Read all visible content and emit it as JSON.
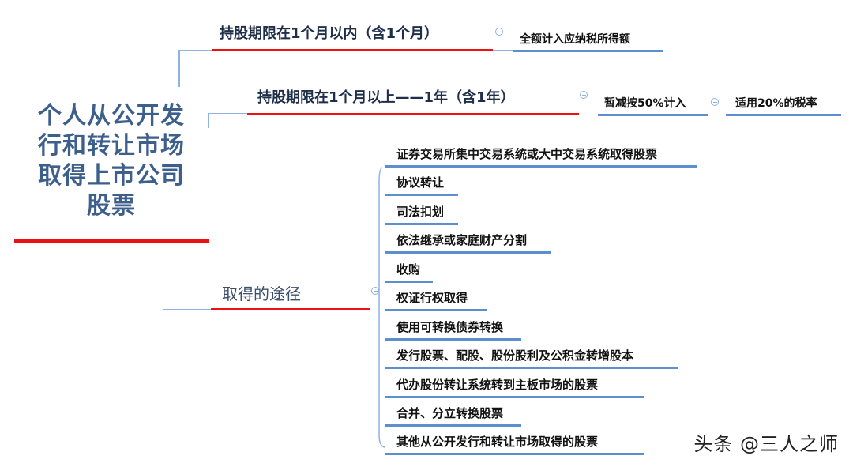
{
  "root": {
    "title_lines": [
      "个人从公开发",
      "行和转让市场",
      "取得上市公司",
      "股票"
    ]
  },
  "branch_1": {
    "label": "持股期限在1个月以内（含1个月）",
    "child": "全额计入应纳税所得额"
  },
  "branch_2": {
    "label": "持股期限在1个月以上——1年（含1年）",
    "child": "暂减按50%计入",
    "grandchild": "适用20%的税率"
  },
  "branch_3": {
    "label": "取得的途径",
    "items": [
      "证券交易所集中交易系统或大中交易系统取得股票",
      "协议转让",
      "司法扣划",
      "依法继承或家庭财产分割",
      "收购",
      "权证行权取得",
      "使用可转换债券转换",
      "发行股票、配股、股份股利及公积金转增股本",
      "代办股份转让系统转到主板市场的股票",
      "合并、分立转换股票",
      "其他从公开发行和转让市场取得的股票"
    ]
  },
  "watermark": "头条 @三人之师",
  "colors": {
    "accent_red": "#ee1111",
    "branch_blue": "#5b8fd0",
    "title_blue": "#3c5f8c"
  }
}
